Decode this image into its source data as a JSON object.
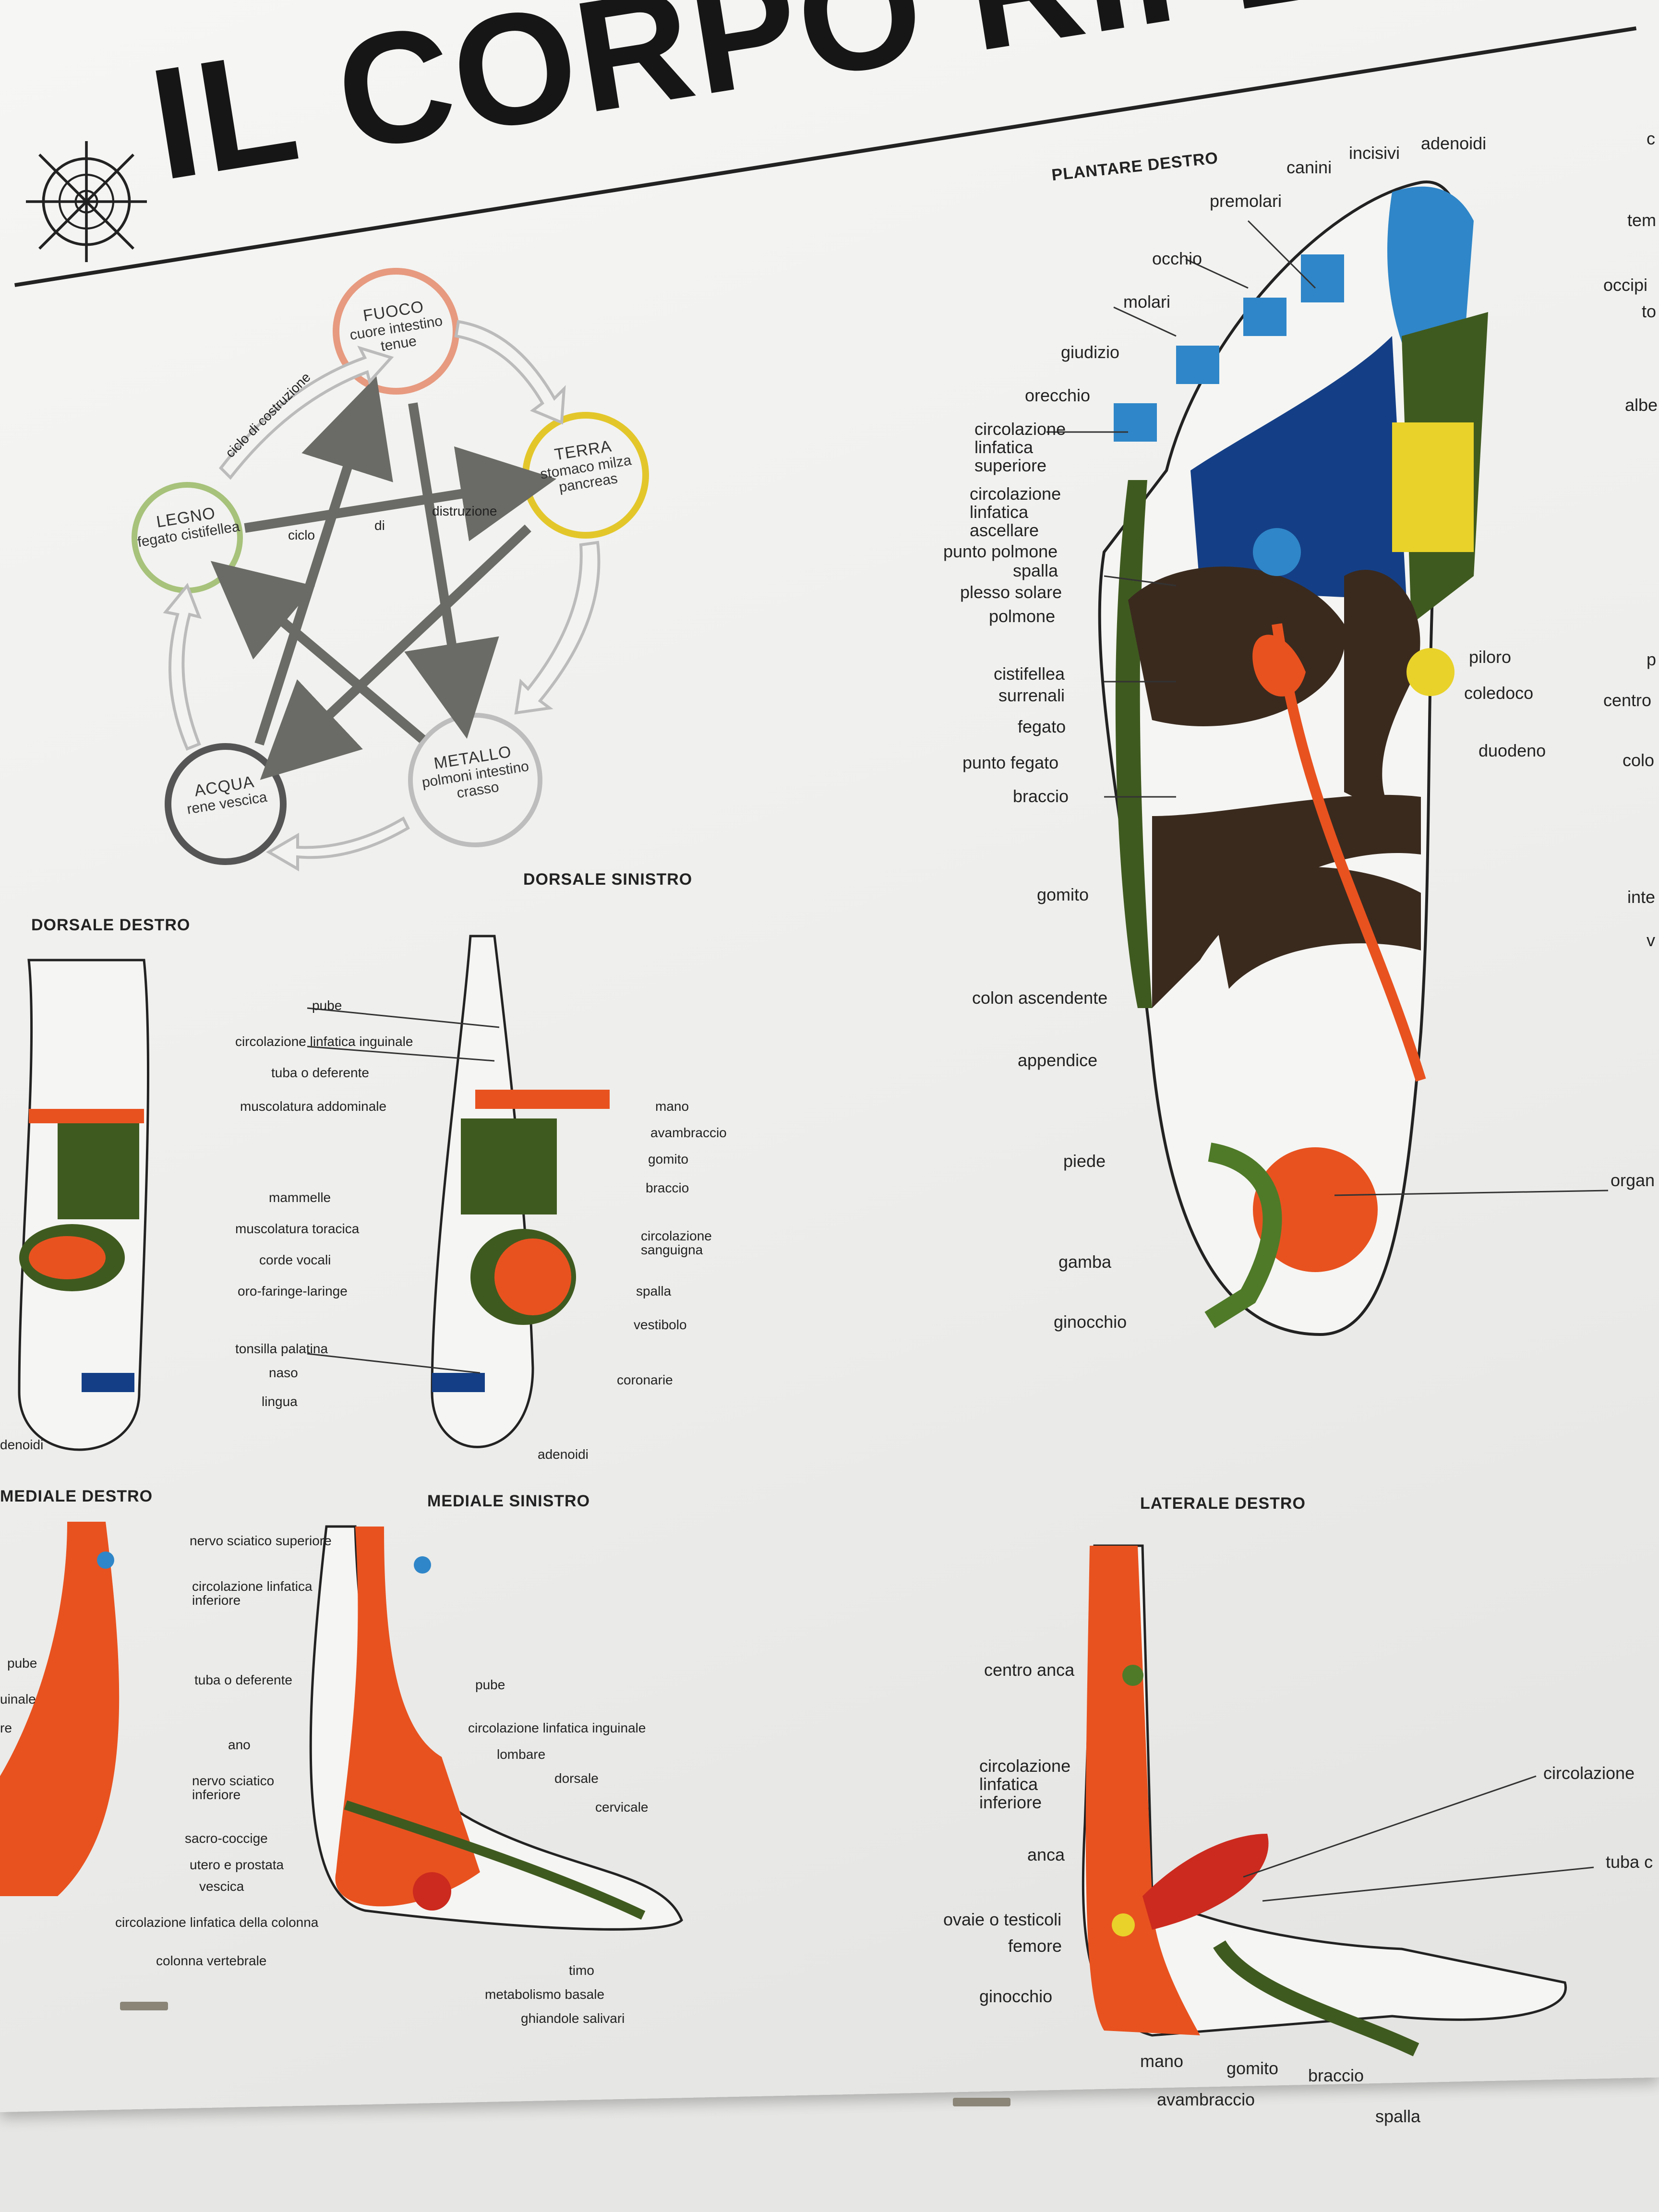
{
  "poster": {
    "title": "IL CORPO RIFLE",
    "colors": {
      "orange": "#e8521f",
      "green": "#3f5a1f",
      "blue": "#2f86c8",
      "navy": "#143f86",
      "yellow": "#e9d22a",
      "brown": "#3a2a1e",
      "background": "#f2f2f0"
    }
  },
  "elements_diagram": {
    "elements": [
      {
        "name": "FUOCO",
        "organs": "cuore intestino tenue",
        "color": "#e79a7f"
      },
      {
        "name": "TERRA",
        "organs": "stomaco milza pancreas",
        "color": "#e3c72a"
      },
      {
        "name": "METALLO",
        "organs": "polmoni intestino crasso",
        "color": "#b9b9b9"
      },
      {
        "name": "ACQUA",
        "organs": "rene vescica",
        "color": "#555555"
      },
      {
        "name": "LEGNO",
        "organs": "fegato cistifellea",
        "color": "#a7c27a"
      }
    ],
    "cycle_construction": "ciclo di costruzione",
    "cycle_word": "ciclo",
    "di_word": "di",
    "destruction": "distruzione"
  },
  "plantare": {
    "heading": "PLANTARE DESTRO",
    "left_labels": [
      "canini",
      "incisivi",
      "adenoidi",
      "premolari",
      "occhio",
      "molari",
      "giudizio",
      "orecchio",
      "circolazione linfatica superiore",
      "circolazione linfatica ascellare",
      "punto polmone",
      "spalla",
      "plesso solare",
      "polmone",
      "cistifellea",
      "surrenali",
      "fegato",
      "punto fegato",
      "braccio",
      "gomito",
      "colon ascendente",
      "appendice",
      "piede",
      "gamba",
      "ginocchio"
    ],
    "right_labels": [
      "c",
      "tem",
      "occipi",
      "to",
      "albe",
      "piloro",
      "p",
      "coledoco",
      "centro",
      "duodeno",
      "colo",
      "inte",
      "v",
      "organ"
    ]
  },
  "dorsale": {
    "heading_right": "DORSALE DESTRO",
    "heading_left": "DORSALE SINISTRO",
    "center_labels": [
      "pube",
      "circolazione linfatica inguinale",
      "tuba o deferente",
      "muscolatura addominale",
      "mammelle",
      "muscolatura toracica",
      "corde vocali",
      "oro-faringe-laringe",
      "tonsilla palatina",
      "naso",
      "lingua"
    ],
    "right_labels": [
      "mano",
      "avambraccio",
      "gomito",
      "braccio",
      "circolazione sanguigna",
      "spalla",
      "vestibolo",
      "coronarie",
      "adenoidi"
    ],
    "edge_label": "denoidi"
  },
  "mediale": {
    "heading_right": "MEDIALE DESTRO",
    "heading_left": "MEDIALE SINISTRO",
    "center_labels": [
      "nervo sciatico superiore",
      "circolazione linfatica inferiore",
      "tuba o deferente",
      "ano",
      "nervo sciatico inferiore",
      "sacro-coccige",
      "utero e prostata",
      "vescica",
      "circolazione linfatica della colonna",
      "colonna vertebrale"
    ],
    "right_labels": [
      "pube",
      "circolazione linfatica inguinale",
      "lombare",
      "dorsale",
      "cervicale",
      "timo",
      "metabolismo basale",
      "ghiandole salivari"
    ],
    "edge_labels": [
      "pube",
      "uinale",
      "re"
    ]
  },
  "laterale": {
    "heading": "LATERALE DESTRO",
    "left_labels": [
      "centro anca",
      "circolazione linfatica inferiore",
      "anca",
      "ovaie o testicoli",
      "femore",
      "ginocchio"
    ],
    "bottom_labels": [
      "mano",
      "gomito",
      "braccio",
      "avambraccio",
      "spalla"
    ],
    "right_labels": [
      "circolazione",
      "tuba c"
    ]
  }
}
